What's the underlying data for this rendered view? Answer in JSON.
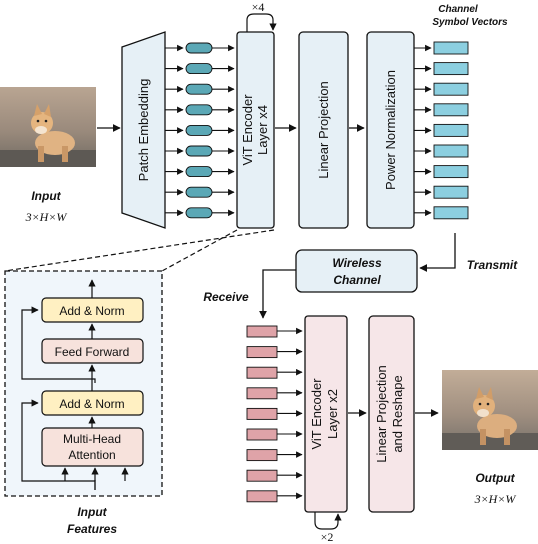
{
  "encoder": {
    "repeat_top": "×4",
    "patch_embedding": "Patch Embedding",
    "vit_encoder_line1": "ViT Encoder",
    "vit_encoder_line2": "Layer x4",
    "linear_projection": "Linear Projection",
    "power_normalization": "Power Normalization",
    "channel_symbol_line1": "Channel",
    "channel_symbol_line2": "Symbol Vectors",
    "input_title": "Input",
    "input_dims": "3×H×W"
  },
  "channel": {
    "wireless_line1": "Wireless",
    "wireless_line2": "Channel",
    "transmit": "Transmit",
    "receive": "Receive"
  },
  "decoder": {
    "vit_encoder_line1": "ViT Encoder",
    "vit_encoder_line2": "Layer x2",
    "proj_line1": "Linear Projection",
    "proj_line2": "and Reshape",
    "repeat_bottom": "×2",
    "output_title": "Output",
    "output_dims": "3×H×W"
  },
  "encoder_layer": {
    "add_norm_top": "Add & Norm",
    "feed_forward": "Feed Forward",
    "add_norm_bottom": "Add & Norm",
    "mha_line1": "Multi-Head",
    "mha_line2": "Attention",
    "input_features_line1": "Input",
    "input_features_line2": "Features"
  },
  "colors": {
    "patch_token": "#5ba8b6",
    "channel_symbol": "#8ccfe0",
    "encoder_block": "#e6f0f6",
    "decoder_block": "#f6e6e8",
    "decoder_symbol": "#dfa3a8",
    "add_norm": "#fff0c2",
    "attention": "#f7e2dc",
    "detail_bg": "#f0f6fb"
  },
  "token_count": 9
}
